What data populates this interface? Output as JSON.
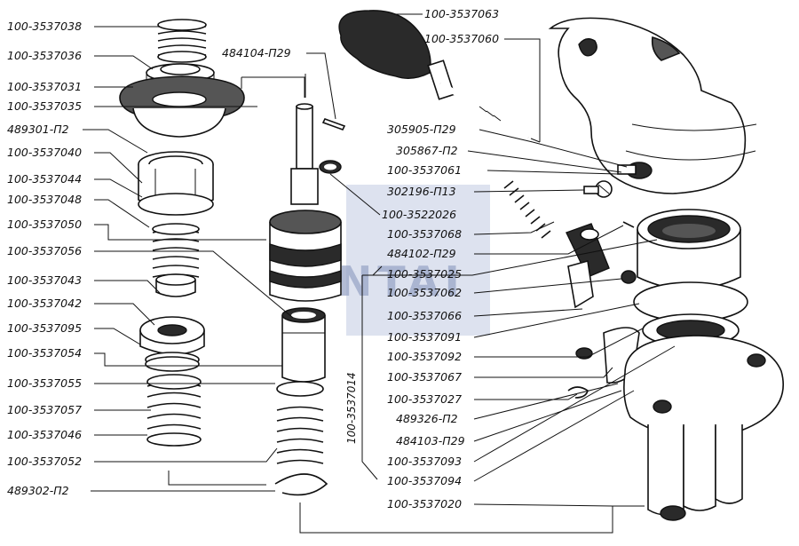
{
  "watermark": "SANTAI",
  "left_labels": [
    {
      "id": "l1",
      "text": "100-3537038"
    },
    {
      "id": "l2",
      "text": "100-3537036"
    },
    {
      "id": "l3",
      "text": "100-3537031"
    },
    {
      "id": "l4",
      "text": "100-3537035"
    },
    {
      "id": "l5",
      "text": "489301-П2"
    },
    {
      "id": "l6",
      "text": "100-3537040"
    },
    {
      "id": "l7",
      "text": "100-3537044"
    },
    {
      "id": "l8",
      "text": "100-3537048"
    },
    {
      "id": "l9",
      "text": "100-3537050"
    },
    {
      "id": "l10",
      "text": "100-3537056"
    },
    {
      "id": "l11",
      "text": "100-3537043"
    },
    {
      "id": "l12",
      "text": "100-3537042"
    },
    {
      "id": "l13",
      "text": "100-3537095"
    },
    {
      "id": "l14",
      "text": "100-3537054"
    },
    {
      "id": "l15",
      "text": "100-3537055"
    },
    {
      "id": "l16",
      "text": "100-3537057"
    },
    {
      "id": "l17",
      "text": "100-3537046"
    },
    {
      "id": "l18",
      "text": "100-3537052"
    },
    {
      "id": "l19",
      "text": "489302-П2"
    }
  ],
  "center_labels": [
    {
      "id": "c1",
      "text": "484104-П29"
    },
    {
      "id": "c2",
      "text": "100-3522026"
    },
    {
      "id": "c3",
      "text": "100-3537014"
    }
  ],
  "right_labels": [
    {
      "id": "r1",
      "text": "100-3537063"
    },
    {
      "id": "r2",
      "text": "100-3537060"
    },
    {
      "id": "r3",
      "text": "305905-П29"
    },
    {
      "id": "r4",
      "text": "305867-П2"
    },
    {
      "id": "r5",
      "text": "100-3537061"
    },
    {
      "id": "r6",
      "text": "302196-П13"
    },
    {
      "id": "r7",
      "text": "100-3537068"
    },
    {
      "id": "r8",
      "text": "484102-П29"
    },
    {
      "id": "r9",
      "text": "100-3537025"
    },
    {
      "id": "r10",
      "text": "100-3537062"
    },
    {
      "id": "r11",
      "text": "100-3537066"
    },
    {
      "id": "r12",
      "text": "100-3537091"
    },
    {
      "id": "r13",
      "text": "100-3537092"
    },
    {
      "id": "r14",
      "text": "100-3537067"
    },
    {
      "id": "r15",
      "text": "100-3537027"
    },
    {
      "id": "r16",
      "text": "489326-П2"
    },
    {
      "id": "r17",
      "text": "484103-П29"
    },
    {
      "id": "r18",
      "text": "100-3537093"
    },
    {
      "id": "r19",
      "text": "100-3537094"
    },
    {
      "id": "r20",
      "text": "100-3537020"
    }
  ]
}
